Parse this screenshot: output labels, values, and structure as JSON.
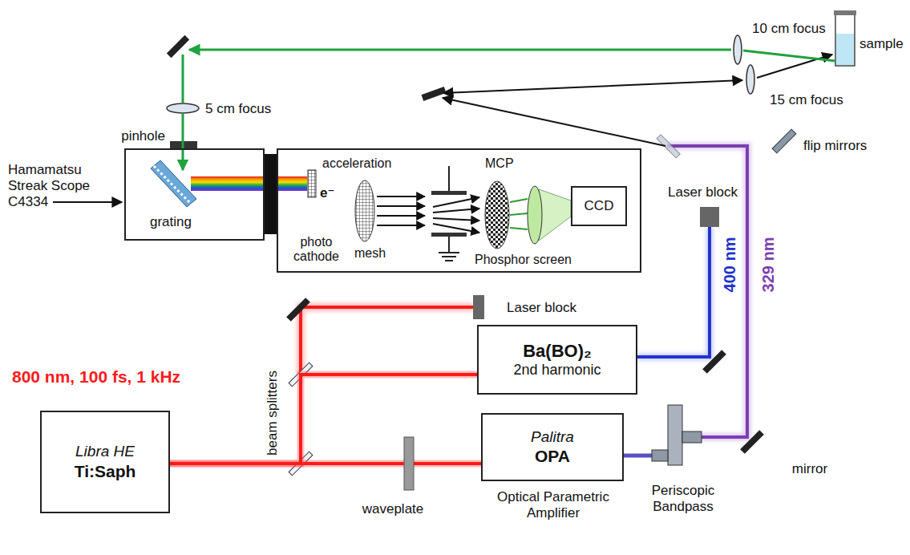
{
  "diagram": {
    "nodes": [
      {
        "text": [
          "Libra HE",
          "Ti:Saph"
        ]
      },
      {
        "text": [
          "Palitra",
          "OPA"
        ]
      },
      {
        "text": [
          "Ba(BO)₂",
          "2nd harmonic"
        ]
      },
      {
        "text": [
          "grating"
        ]
      },
      {
        "text": [
          "photo cathode",
          "e⁻",
          "acceleration",
          "mesh",
          "MCP",
          "Phosphor screen"
        ]
      },
      {
        "text": [
          "CCD"
        ],
        "in": 4
      }
    ],
    "edges": [
      {
        "from": 0,
        "to": 1,
        "arrow": "none"
      },
      {
        "from": 0,
        "to": 2,
        "arrow": "none"
      }
    ],
    "labels": [
      "800 nm, 100 fs, 1 kHz",
      "beam splitters",
      "waveplate",
      "Optical Parametric Amplifier",
      "Periscopic Bandpass",
      "mirror",
      "Laser block",
      "Laser block",
      "400 nm",
      "329 nm",
      "flip mirrors",
      "15 cm focus",
      "10 cm focus",
      "sample",
      "5 cm focus",
      "pinhole",
      "Hamamatsu Streak Scope C4334"
    ]
  }
}
